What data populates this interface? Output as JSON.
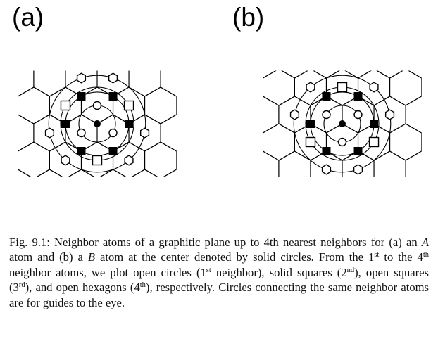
{
  "figure": {
    "panels": [
      {
        "id": "a",
        "label": "(a)",
        "center_atom": "A"
      },
      {
        "id": "b",
        "label": "(b)",
        "center_atom": "B"
      }
    ],
    "legend_markers": {
      "first": "open-circle",
      "second": "solid-square",
      "third": "open-square",
      "fourth": "open-hexagon",
      "center": "solid-circle"
    },
    "colors": {
      "ink": "#000000",
      "background": "#ffffff"
    }
  },
  "caption": {
    "fig_label": "Fig. 9.1:",
    "p1": " Neighbor atoms of a graphitic plane up to 4th nearest neighbors for (a) an ",
    "atom_a": "A",
    "p2": " atom and (b) a ",
    "atom_b": "B",
    "p3": " atom at the center denoted by solid circles. From the 1",
    "sup_st1": "st",
    "p4": " to the 4",
    "sup_th1": "th",
    "p5": " neighbor atoms, we plot open circles (1",
    "sup_st2": "st",
    "p6": " neighbor), solid squares (2",
    "sup_nd": "nd",
    "p7": "), open squares (3",
    "sup_rd": "rd",
    "p8": "), and open hexagons (4",
    "sup_th2": "th",
    "p9": "), respectively. Circles connecting the same neighbor atoms are for guides to the eye."
  }
}
